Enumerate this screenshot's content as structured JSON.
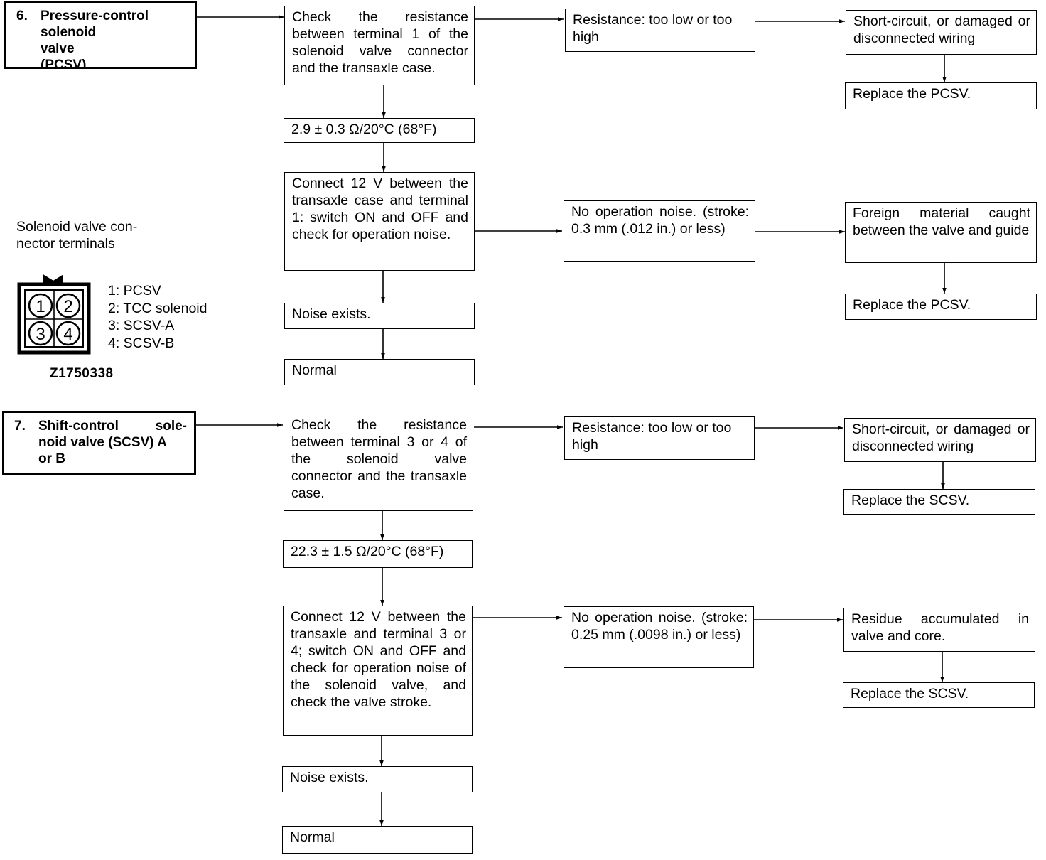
{
  "section6": {
    "number": "6.",
    "title_lines": [
      "Pressure-control",
      "solenoid valve",
      "(PCSV)"
    ],
    "check_resistance": "Check the resistance between terminal 1 of the solenoid valve connector and the transaxle case.",
    "resistance_bad": "Resistance: too low or too high",
    "fault_wiring": "Short-circuit, or damaged or disconnected wiring",
    "replace_1": "Replace the PCSV.",
    "spec": "2.9 ± 0.3 Ω/20°C (68°F)",
    "connect": "Connect 12 V between the transaxle case and terminal 1: switch ON and OFF and check for operation noise.",
    "no_noise": "No operation noise. (stroke: 0.3 mm (.012 in.) or less)",
    "foreign": "Foreign material caught between the valve and guide",
    "replace_2": "Replace the PCSV.",
    "noise_exists": "Noise exists.",
    "normal": "Normal"
  },
  "connector": {
    "caption_lines": [
      "Solenoid valve con-",
      "nector terminals"
    ],
    "terminal_numbers": [
      "1",
      "2",
      "3",
      "4"
    ],
    "legend": [
      "1: PCSV",
      "2: TCC solenoid",
      "3: SCSV-A",
      "4: SCSV-B"
    ],
    "figure_id": "Z1750338"
  },
  "section7": {
    "number": "7.",
    "title_lines": [
      "Shift-control sole-",
      "noid valve (SCSV) A",
      "or B"
    ],
    "check_resistance": "Check the resistance between terminal 3 or 4 of the solenoid valve connector and the transaxle case.",
    "resistance_bad": "Resistance: too low or too high",
    "fault_wiring": "Short-circuit, or damaged or disconnected wiring",
    "replace_1": "Replace the SCSV.",
    "spec": "22.3 ± 1.5 Ω/20°C (68°F)",
    "connect": "Connect 12 V between the transaxle and terminal 3 or 4; switch ON and OFF and check for operation noise of the solenoid valve, and check the valve stroke.",
    "no_noise": "No operation noise. (stroke: 0.25 mm (.0098 in.) or less)",
    "residue": "Residue accumulated in valve and core.",
    "replace_2": "Replace the SCSV.",
    "noise_exists": "Noise exists.",
    "normal": "Normal"
  }
}
